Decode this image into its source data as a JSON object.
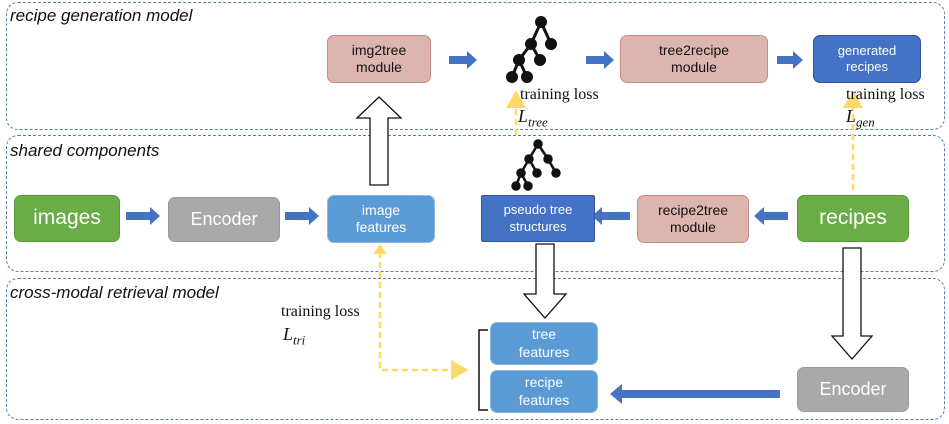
{
  "sections": {
    "generation": "recipe generation model",
    "shared": "shared components",
    "retrieval": "cross-modal retrieval model"
  },
  "boxes": {
    "img2tree": "img2tree\nmodule",
    "tree2recipe": "tree2recipe\nmodule",
    "generated_recipes": "generated\nrecipes",
    "images": "images",
    "encoder_top": "Encoder",
    "image_features": "image\nfeatures",
    "pseudo_tree": "pseudo tree\nstructures",
    "recipe2tree": "recipe2tree\nmodule",
    "recipes": "recipes",
    "tree_features": "tree\nfeatures",
    "recipe_features": "recipe\nfeatures",
    "encoder_bottom": "Encoder"
  },
  "losses": {
    "tree_label": "training loss",
    "tree_symbol": "L",
    "tree_sub": "tree",
    "gen_label": "training loss",
    "gen_symbol": "L",
    "gen_sub": "gen",
    "tri_label": "training loss",
    "tri_symbol": "L",
    "tri_sub": "tri"
  },
  "colors": {
    "green": "#6aac46",
    "grey": "#a9a9a9",
    "light_blue": "#5b9bd5",
    "dark_blue": "#4472c4",
    "pink": "#dcb6ae",
    "arrow_blue": "#4472c4",
    "loss_yellow": "#ffd966",
    "section_border": "#5a7bb5"
  }
}
